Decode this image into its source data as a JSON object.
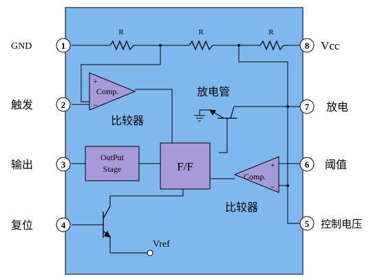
{
  "colors": {
    "chip_fill": "#7fb8ee",
    "block_fill": "#a79ad8",
    "pin_fill": "#ffffff",
    "line": "#000000"
  },
  "pins": [
    {
      "number": "1",
      "label": "GND"
    },
    {
      "number": "2",
      "label": "触发"
    },
    {
      "number": "3",
      "label": "输出"
    },
    {
      "number": "4",
      "label": "复位"
    },
    {
      "number": "5",
      "label": "控制电压"
    },
    {
      "number": "6",
      "label": "阈值"
    },
    {
      "number": "7",
      "label": "放电"
    },
    {
      "number": "8",
      "label": "Vcc"
    }
  ],
  "resistors": [
    {
      "label": "R"
    },
    {
      "label": "R"
    },
    {
      "label": "R"
    }
  ],
  "comparator_top": {
    "text": "Comp.",
    "plus": "+",
    "minus": "−",
    "caption": "比较器"
  },
  "comparator_bottom": {
    "text": "Comp.",
    "plus": "+",
    "minus": "−",
    "caption": "比较器"
  },
  "output_stage": {
    "line1": "OutPut",
    "line2": "Stage"
  },
  "flipflop": {
    "text": "F/F"
  },
  "discharge_label": "放电管",
  "vref_label": "Vref"
}
